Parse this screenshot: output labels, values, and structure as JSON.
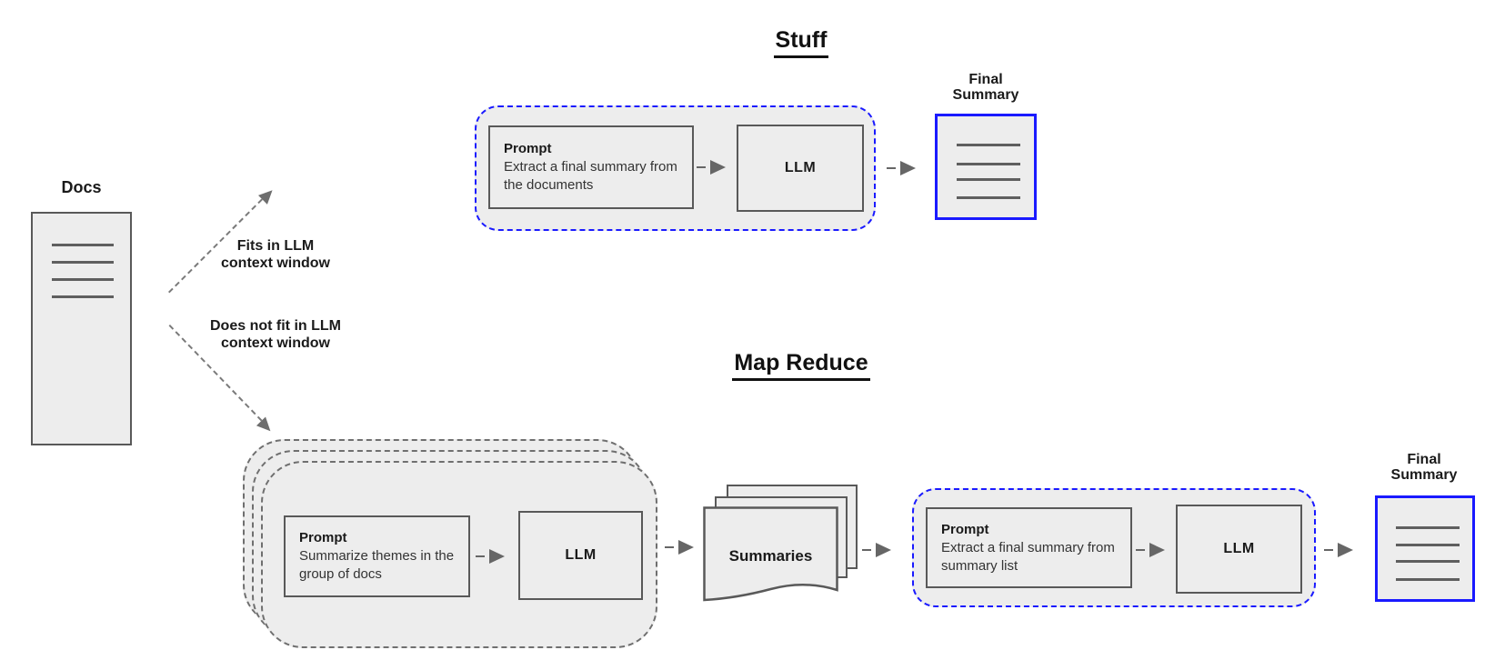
{
  "colors": {
    "accent_blue": "#1a1aff",
    "box_border_gray": "#595959",
    "container_fill": "#ededed",
    "arrow_gray": "#666666",
    "text_black": "#1a1a1a"
  },
  "docs": {
    "label": "Docs"
  },
  "branch_fits": {
    "line1": "Fits in LLM",
    "line2": "context window"
  },
  "branch_not_fits": {
    "line1": "Does not fit in LLM",
    "line2": "context window"
  },
  "stuff": {
    "title": "Stuff",
    "prompt_heading": "Prompt",
    "prompt_body": "Extract a final summary from the documents",
    "llm_label": "LLM",
    "final_summary": {
      "line1": "Final",
      "line2": "Summary"
    }
  },
  "map_reduce": {
    "title": "Map Reduce",
    "map_prompt_heading": "Prompt",
    "map_prompt_body": "Summarize themes in the group of docs",
    "map_llm_label": "LLM",
    "summaries_label": "Summaries",
    "reduce_prompt_heading": "Prompt",
    "reduce_prompt_body": "Extract a final summary from summary list",
    "reduce_llm_label": "LLM",
    "final_summary": {
      "line1": "Final",
      "line2": "Summary"
    }
  }
}
